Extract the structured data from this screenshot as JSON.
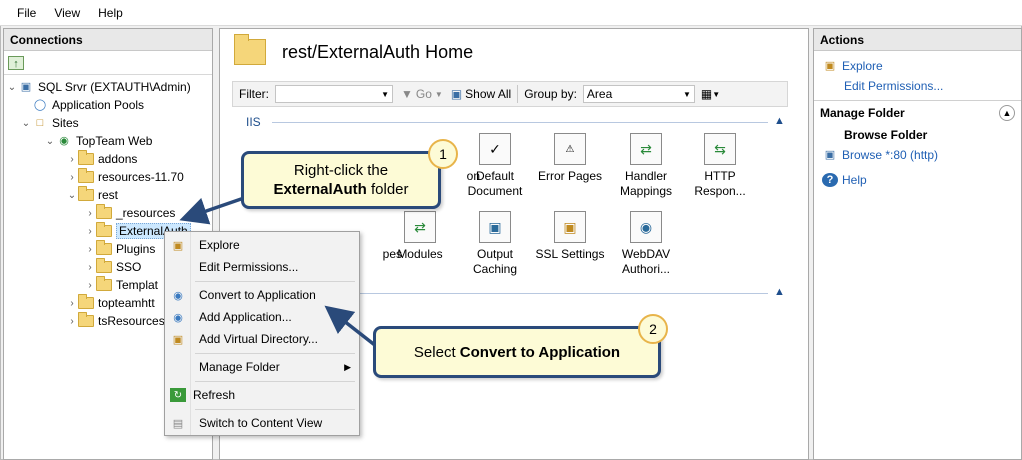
{
  "menu": {
    "file": "File",
    "view": "View",
    "help": "Help"
  },
  "connections": {
    "title": "Connections",
    "tree": {
      "server": "SQL Srvr (EXTAUTH\\Admin)",
      "app_pools": "Application Pools",
      "sites": "Sites",
      "topteam_web": "TopTeam Web",
      "addons": "addons",
      "resources_1170": "resources-11.70",
      "rest": "rest",
      "resources": "_resources",
      "externalauth": "ExternalAuth",
      "plugins": "Plugins",
      "sso": "SSO",
      "templat": "Templat",
      "topteamhtt": "topteamhtt",
      "tsresources": "tsResources"
    }
  },
  "center": {
    "title": "rest/ExternalAuth Home",
    "filter_label": "Filter:",
    "go_label": "Go",
    "show_all_label": "Show All",
    "group_by_label": "Group by:",
    "group_by_value": "Area",
    "group_name": "IIS",
    "features_row1": [
      "on",
      "Default Document",
      "Error Pages",
      "Handler Mappings",
      "HTTP Respon..."
    ],
    "features_row2": [
      "pes",
      "Modules",
      "Output Caching",
      "SSL Settings",
      "WebDAV Authori..."
    ]
  },
  "actions": {
    "title": "Actions",
    "explore": "Explore",
    "edit_permissions": "Edit Permissions...",
    "manage_folder": "Manage Folder",
    "browse_folder": "Browse Folder",
    "browse_80": "Browse *:80 (http)",
    "help": "Help"
  },
  "context_menu": {
    "explore": "Explore",
    "edit_permissions": "Edit Permissions...",
    "convert_to_application": "Convert to Application",
    "add_application": "Add Application...",
    "add_virtual_directory": "Add Virtual Directory...",
    "manage_folder": "Manage Folder",
    "refresh": "Refresh",
    "switch_to_content_view": "Switch to Content View"
  },
  "callouts": {
    "one": {
      "number": "1",
      "line1": "Right-click the",
      "line2_bold": "ExternalAuth",
      "line2_rest": " folder"
    },
    "two": {
      "number": "2",
      "text_pre": "Select ",
      "text_bold": "Convert to Application"
    }
  },
  "colors": {
    "callout_border": "#2a4a7a",
    "callout_fill": "#fdfbd6",
    "link": "#1f5fb4",
    "badge_border": "#e8b44a"
  }
}
